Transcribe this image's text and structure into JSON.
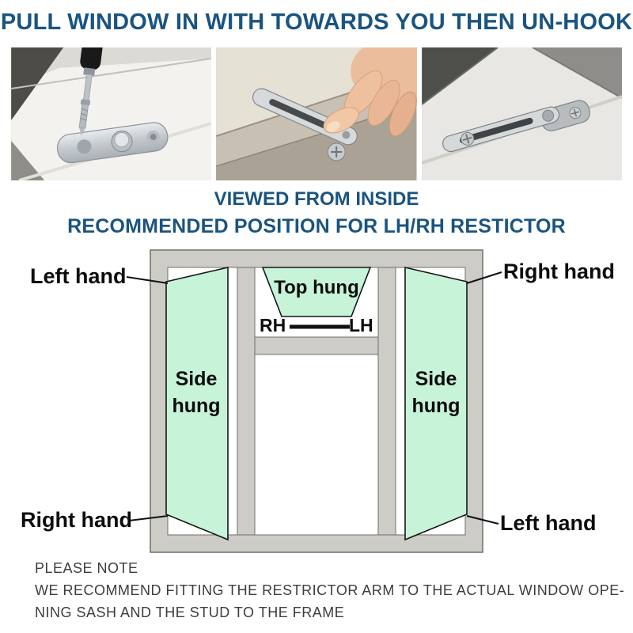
{
  "colors": {
    "heading_blue": "#1a5480",
    "sash_green": "#c7f3d9",
    "frame_gray": "#cdccc6",
    "outline_black": "#161616"
  },
  "header": {
    "title": "PULL WINDOW IN WITH TOWARDS YOU THEN UN-HOOK",
    "subtitle_viewed": "VIEWED FROM INSIDE",
    "subtitle_recommended": "RECOMMENDED POSITION FOR LH/RH RESTICTOR"
  },
  "photos": [
    {
      "name": "screwdriver-installing-stud-plate"
    },
    {
      "name": "hand-placing-restrictor-arm-on-stud"
    },
    {
      "name": "restrictor-arm-hooked-on-stud"
    }
  ],
  "diagram": {
    "labels": {
      "top_left": "Left hand",
      "top_right": "Right hand",
      "bottom_left": "Right hand",
      "bottom_right": "Left hand"
    },
    "panes": {
      "top_hung": "Top hung",
      "side_hung_left": "Side hung",
      "side_hung_right": "Side hung",
      "rh": "RH",
      "lh": "LH"
    }
  },
  "note": {
    "heading": "PLEASE NOTE",
    "line1": "WE RECOMMEND FITTING THE RESTRICTOR ARM TO THE ACTUAL WINDOW OPE-",
    "line2": "NING SASH AND THE STUD TO THE FRAME"
  }
}
